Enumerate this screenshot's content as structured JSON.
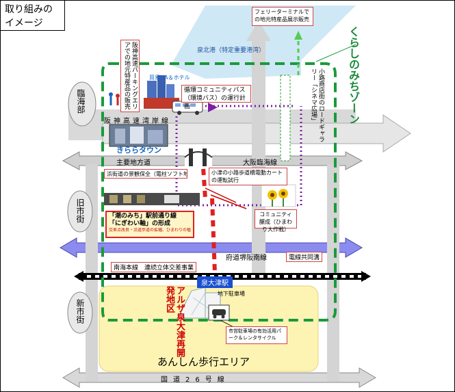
{
  "title_box": {
    "line1": "取り組みの",
    "line2": "イメージ"
  },
  "zone_title": "くらしのみちゾーン",
  "districts": {
    "coastal": "臨海部",
    "old_town": "旧市街",
    "new_town": "新市街"
  },
  "roads": {
    "hanshin": "阪神高速湾岸線",
    "major_local": "主要地方道",
    "osaka_coastal": "大阪臨海線",
    "prefectural": "府道堺阪南線",
    "national": "国道26号線"
  },
  "port": "泉北港（特定重要港湾）",
  "kirara": "きららタウン",
  "oa_hotel": "貿易OA＆ホテル",
  "labels": {
    "ferry": "フェリーターミナルでの地元特産品展示販売",
    "parking": "阪神高速パーキングエリアでの地元特産品の販売",
    "community_bus": "循環コミュニティバス（環境バス）の運行計画",
    "small_gallery": "小路商店街のロードギャラリー「シネマ広場」",
    "landscape": "浜街道の景観保全（電柱ソフト地中化等）",
    "alley_cart": "小津の小路歩道橋電動カートの運転試行",
    "community_flowers": "コミュニティ醸成（ひまわり大作戦）",
    "aurora": "「潮のみち」駅前通り線",
    "nigiwai": "「にぎわい軸」の形成",
    "nigiwai_sub": "交差点改良・沿道歩道の拡幅、ひまわりの植栽",
    "nankai": "南海本線　連続立体交差事業",
    "station": "泉大津駅",
    "underground_parking": "地下駐車場",
    "cycle": "市営駐車場の有効活用パーク＆レンタサイクル",
    "electric_line": "電線共同溝",
    "alpha": "アルザ泉大津再開発地区",
    "anshin": "あんしん歩行エリア"
  }
}
